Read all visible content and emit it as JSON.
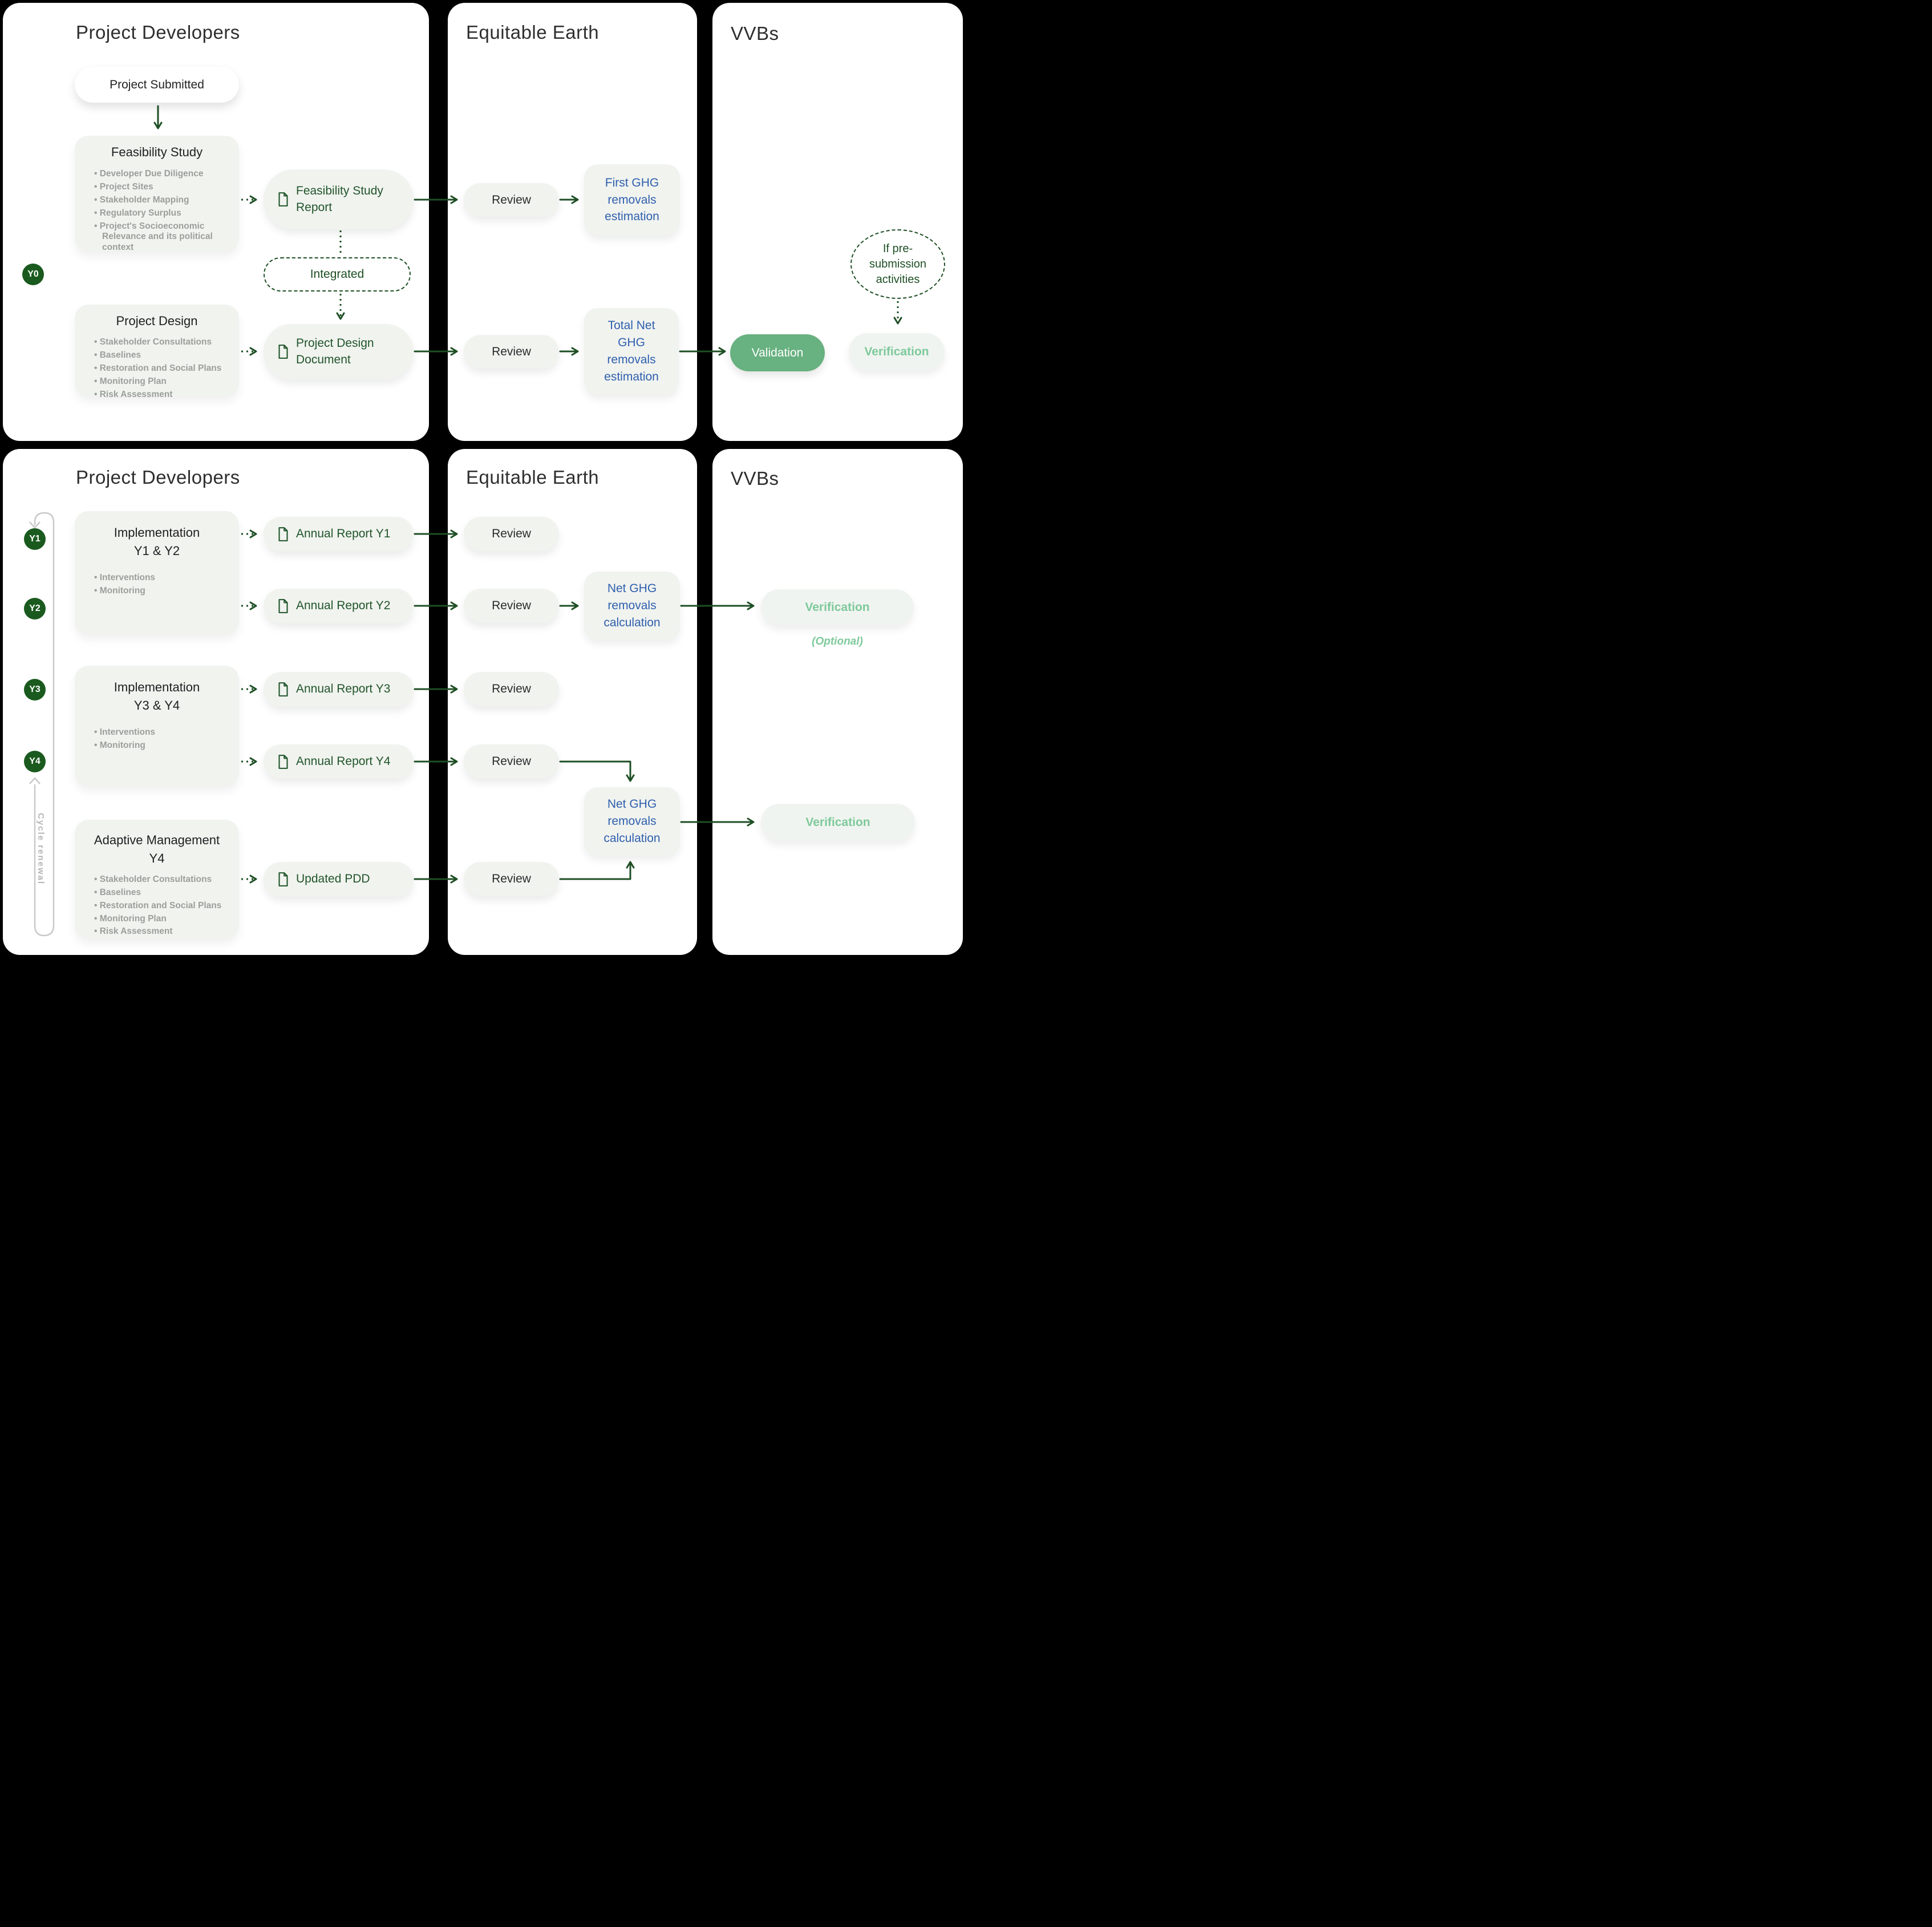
{
  "colors": {
    "background": "#000000",
    "panel": "#ffffff",
    "box_fill": "#f1f3ef",
    "dark_green": "#1e4f24",
    "badge_green": "#1a5a1e",
    "validation_green": "#68b180",
    "verification_text_green": "#7ec99b",
    "blue_text": "#2e5fae",
    "bullet_gray": "#9b9f9a",
    "cycle_gray": "#c9c9c9"
  },
  "panels": {
    "top_left": {
      "title": "Project Developers"
    },
    "top_mid": {
      "title": "Equitable Earth"
    },
    "top_right": {
      "title": "VVBs"
    },
    "bottom_left": {
      "title": "Project Developers"
    },
    "bottom_mid": {
      "title": "Equitable Earth"
    },
    "bottom_right": {
      "title": "VVBs"
    }
  },
  "top": {
    "y0_badge": "Y0",
    "project_submitted": "Project Submitted",
    "feasibility": {
      "title": "Feasibility Study",
      "items": [
        "Developer Due Diligence",
        "Project Sites",
        "Stakeholder Mapping",
        "Regulatory Surplus",
        "Project's Socioeconomic Relevance and its political context"
      ]
    },
    "project_design": {
      "title": "Project Design",
      "items": [
        "Stakeholder Consultations",
        "Baselines",
        "Restoration and Social Plans",
        "Monitoring Plan",
        "Risk Assessment"
      ]
    },
    "feasibility_report": "Feasibility Study Report",
    "integrated": "Integrated",
    "project_design_document": "Project Design Document",
    "review_1": "Review",
    "review_2": "Review",
    "first_ghg": "First GHG removals estimation",
    "total_net_ghg": "Total Net GHG removals estimation",
    "if_pre_submission": "If pre-submission activities",
    "validation": "Validation",
    "verification": "Verification"
  },
  "bottom": {
    "badges": [
      "Y1",
      "Y2",
      "Y3",
      "Y4"
    ],
    "cycle_renewal": "Cycle renewal",
    "impl_y12": {
      "title": "Implementation",
      "subtitle": "Y1 & Y2",
      "items": [
        "Interventions",
        "Monitoring"
      ]
    },
    "impl_y34": {
      "title": "Implementation",
      "subtitle": "Y3 & Y4",
      "items": [
        "Interventions",
        "Monitoring"
      ]
    },
    "adaptive": {
      "title": "Adaptive Management",
      "subtitle": "Y4",
      "items": [
        "Stakeholder Consultations",
        "Baselines",
        "Restoration and Social Plans",
        "Monitoring Plan",
        "Risk Assessment"
      ]
    },
    "annual_report_y1": "Annual Report Y1",
    "annual_report_y2": "Annual Report Y2",
    "annual_report_y3": "Annual Report Y3",
    "annual_report_y4": "Annual Report Y4",
    "updated_pdd": "Updated PDD",
    "reviews": [
      "Review",
      "Review",
      "Review",
      "Review",
      "Review"
    ],
    "net_ghg_1": "Net GHG removals calculation",
    "net_ghg_2": "Net GHG removals calculation",
    "verification_optional": "Verification",
    "optional_note": "(Optional)",
    "verification_2": "Verification"
  }
}
